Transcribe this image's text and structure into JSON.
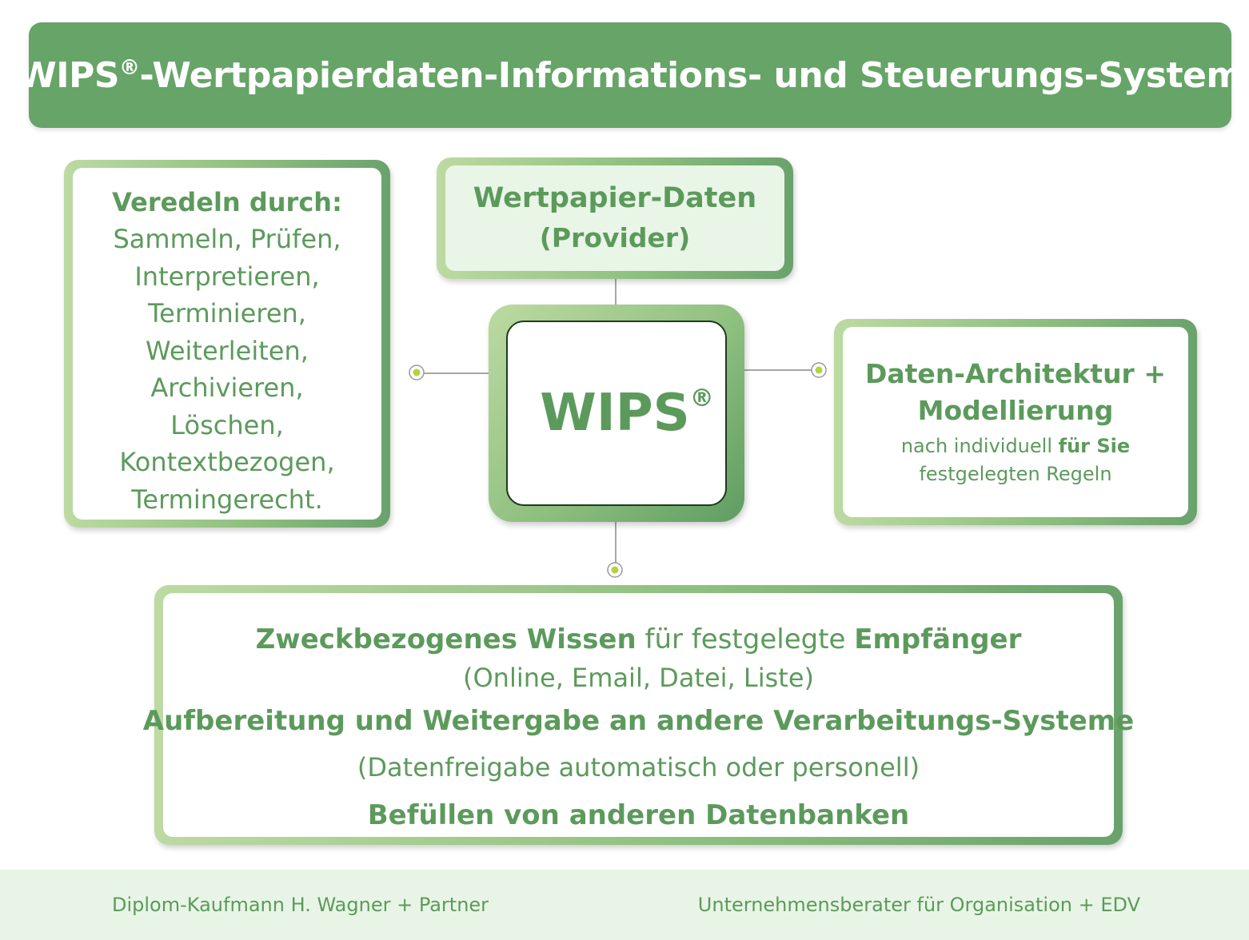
{
  "header": {
    "title_main": "WIPS",
    "title_reg": "®",
    "title_rest": "-Wertpapierdaten-Informations- und Steuerungs-System"
  },
  "left_box": {
    "heading": "Veredeln durch:",
    "lines": [
      "Sammeln, Prüfen,",
      "Interpretieren,",
      "Terminieren,",
      "Weiterleiten,",
      "Archivieren,",
      "Löschen,",
      "Kontextbezogen,",
      "Termingerecht."
    ]
  },
  "top_box": {
    "line1": "Wertpapier-Daten",
    "line2": "(Provider)"
  },
  "center": {
    "label": "WIPS",
    "reg": "®"
  },
  "right_box": {
    "heading1": "Daten-Architektur +",
    "heading2": "Modellierung",
    "sub_prefix": "nach individuell ",
    "sub_bold": "für Sie",
    "sub_line2": "festgelegten Regeln"
  },
  "bottom_box": {
    "l1_bold1": "Zweckbezogenes Wissen",
    "l1_normal": " für festgelegte ",
    "l1_bold2": "Empfänger",
    "l2": "(Online, Email, Datei, Liste)",
    "l3": "Aufbereitung und Weitergabe an andere Verarbeitungs-Systeme",
    "l4": "(Datenfreigabe automatisch oder personell)",
    "l5": "Befüllen von anderen Datenbanken"
  },
  "footer": {
    "left": "Diplom-Kaufmann H. Wagner + Partner",
    "right": "Unternehmensberater für Organisation + EDV"
  },
  "colors": {
    "header_bg": "#66a468",
    "text_green": "#5c9a5c",
    "footer_bg": "#e8f5e6",
    "node_dot": "#b5d33d"
  }
}
